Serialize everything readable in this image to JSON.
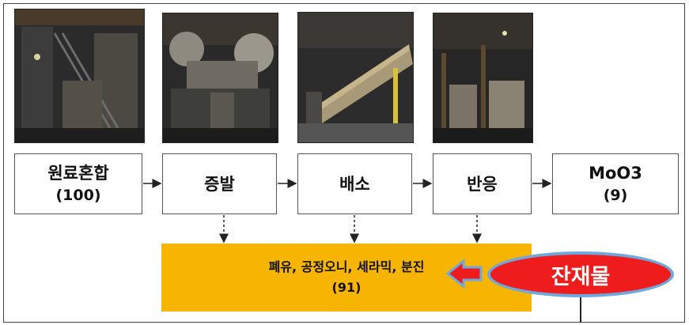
{
  "process_steps": [
    {
      "label": "원료혼합",
      "sub": "(100)"
    },
    {
      "label": "증발",
      "sub": ""
    },
    {
      "label": "배소",
      "sub": ""
    },
    {
      "label": "반응",
      "sub": ""
    },
    {
      "label": "MoO3",
      "sub": "(9)"
    }
  ],
  "waste": {
    "label": "폐유, 공정오니, 세라믹, 분진",
    "value": "(91)"
  },
  "residue_label": "잔재물",
  "colors": {
    "waste_fill": "#f7b400",
    "residue_fill": "#ee1c1c",
    "residue_border": "#6fa8dc",
    "arrow_red": "#ee1c1c"
  },
  "photos": [
    "plant-photo-mixing",
    "plant-photo-evaporation",
    "plant-photo-roasting",
    "plant-photo-reaction"
  ]
}
